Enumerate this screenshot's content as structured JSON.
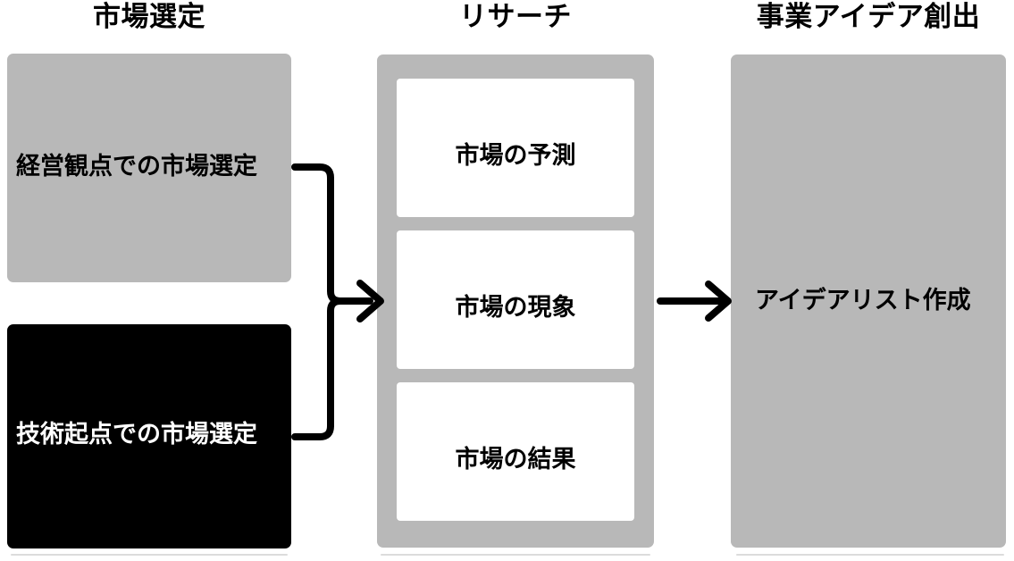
{
  "diagram": {
    "title_row": {
      "market_selection": "市場選定",
      "research": "リサーチ",
      "idea_creation": "事業アイデア創出"
    },
    "columns": [
      {
        "id": "market-selection",
        "heading": "市場選定",
        "boxes": [
          {
            "id": "mgmt-view",
            "label": "経営観点での市場選定",
            "fill": "#b8b8b8",
            "text_color": "#000000"
          },
          {
            "id": "tech-origin",
            "label": "技術起点での市場選定",
            "fill": "#000000",
            "text_color": "#ffffff"
          }
        ]
      },
      {
        "id": "research",
        "heading": "リサーチ",
        "frame_fill": "#b8b8b8",
        "cards": [
          {
            "id": "market-forecast",
            "label": "市場の予測",
            "fill": "#ffffff",
            "text_color": "#000000"
          },
          {
            "id": "market-phenomenon",
            "label": "市場の現象",
            "fill": "#ffffff",
            "text_color": "#000000"
          },
          {
            "id": "market-result",
            "label": "市場の結果",
            "fill": "#ffffff",
            "text_color": "#000000"
          }
        ]
      },
      {
        "id": "idea-creation",
        "heading": "事業アイデア創出",
        "boxes": [
          {
            "id": "idea-list",
            "label": "アイデアリスト作成",
            "fill": "#b8b8b8",
            "text_color": "#000000"
          }
        ]
      }
    ],
    "connectors": [
      {
        "id": "merge-arrow",
        "from": [
          "mgmt-view",
          "tech-origin"
        ],
        "to": "research",
        "style": "merge-elbow-arrow",
        "color": "#000000"
      },
      {
        "id": "straight-arrow",
        "from": "research",
        "to": "idea-creation",
        "style": "straight-arrow",
        "color": "#000000"
      }
    ],
    "colors": {
      "gray_fill": "#b8b8b8",
      "black_fill": "#000000",
      "white_fill": "#ffffff",
      "line": "#000000",
      "shadow": "#dcdcdc",
      "background": "#ffffff"
    }
  }
}
